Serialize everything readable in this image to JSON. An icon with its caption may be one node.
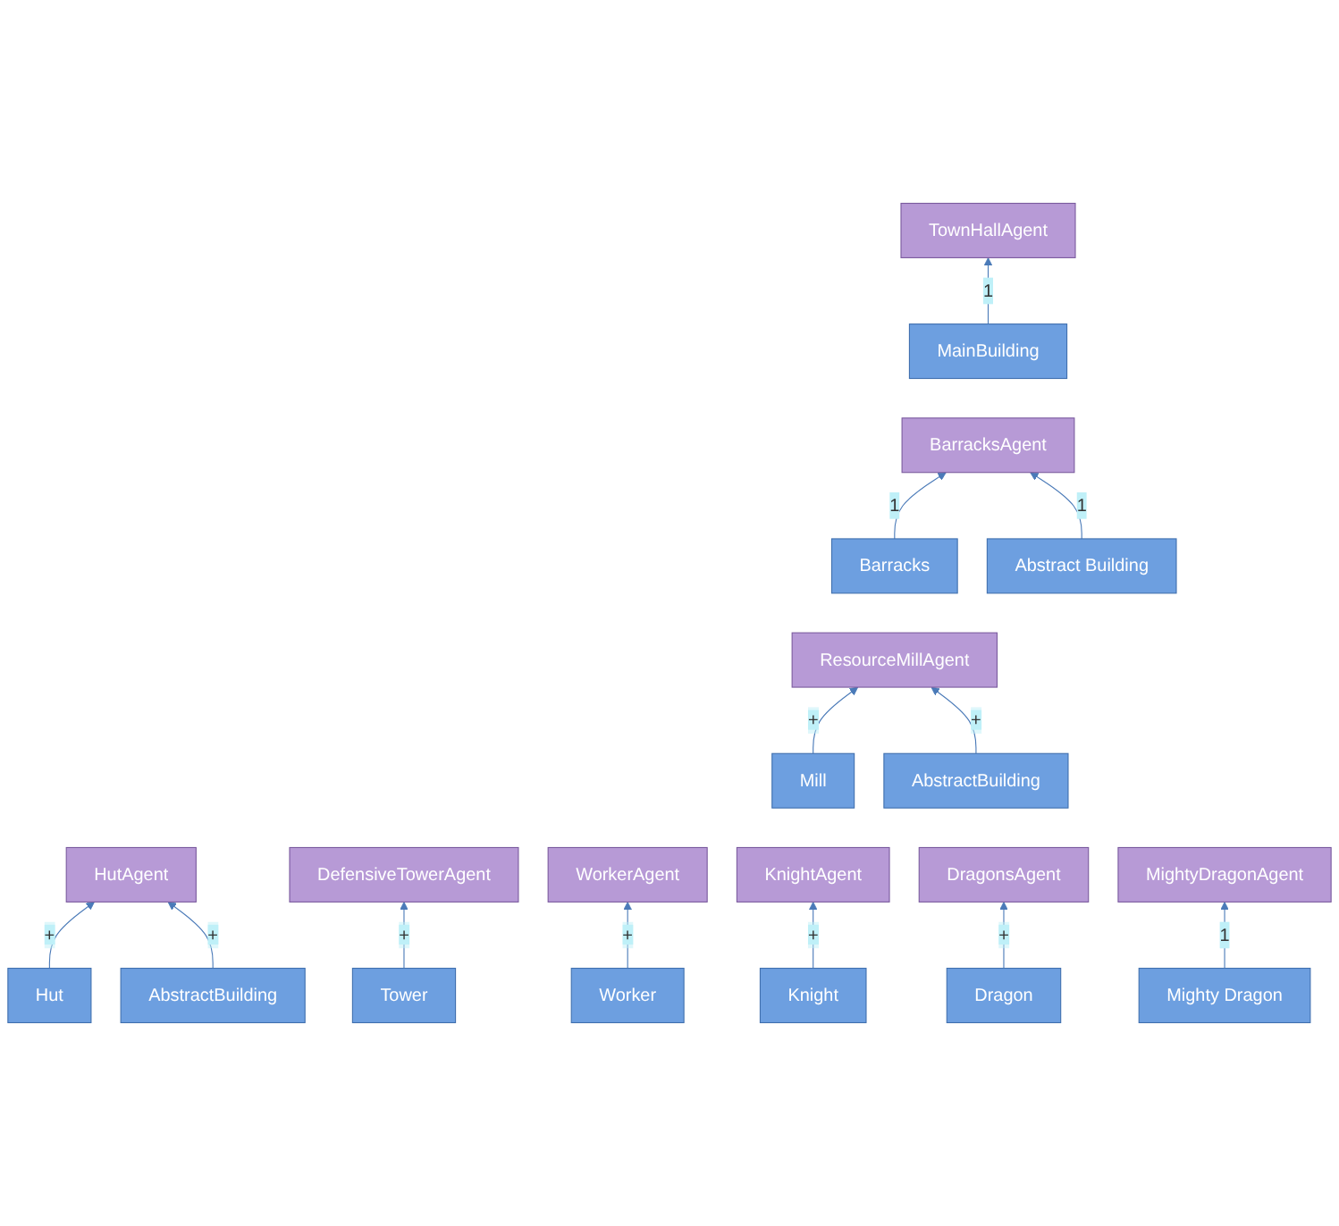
{
  "diagram": {
    "nodes": [
      {
        "text": [
          "TownHallAgent"
        ]
      },
      {
        "text": [
          "HutAgent"
        ]
      },
      {
        "text": [
          "MainBuilding"
        ]
      },
      {
        "text": [
          "Hut"
        ]
      },
      {
        "text": [
          "AbstractBuilding"
        ]
      },
      {
        "text": [
          "BarracksAgent"
        ]
      },
      {
        "text": [
          "DefensiveTowerAgent"
        ]
      },
      {
        "text": [
          "Barracks"
        ]
      },
      {
        "text": [
          "Abstract Building"
        ]
      },
      {
        "text": [
          "Tower"
        ]
      },
      {
        "text": [
          "ResourceMillAgent"
        ]
      },
      {
        "text": [
          "WorkerAgent"
        ]
      },
      {
        "text": [
          "Mill"
        ]
      },
      {
        "text": [
          "AbstractBuilding"
        ]
      },
      {
        "text": [
          "Worker"
        ]
      },
      {
        "text": [
          "KnightAgent"
        ]
      },
      {
        "text": [
          "DragonsAgent"
        ]
      },
      {
        "text": [
          "MightyDragonAgent"
        ]
      },
      {
        "text": [
          "Knight"
        ]
      },
      {
        "text": [
          "Dragon"
        ]
      },
      {
        "text": [
          "Mighty Dragon"
        ]
      }
    ],
    "edges": [
      {
        "from": 2,
        "to": 0,
        "arrow": "to",
        "label": "1"
      },
      {
        "from": 3,
        "to": 1,
        "arrow": "to",
        "label": "+"
      },
      {
        "from": 4,
        "to": 1,
        "arrow": "to",
        "label": "+"
      },
      {
        "from": 7,
        "to": 5,
        "arrow": "to",
        "label": "1"
      },
      {
        "from": 8,
        "to": 5,
        "arrow": "to",
        "label": "1"
      },
      {
        "from": 9,
        "to": 6,
        "arrow": "to",
        "label": "+"
      },
      {
        "from": 12,
        "to": 10,
        "arrow": "to",
        "label": "+"
      },
      {
        "from": 13,
        "to": 10,
        "arrow": "to",
        "label": "+"
      },
      {
        "from": 14,
        "to": 11,
        "arrow": "to",
        "label": "+"
      },
      {
        "from": 18,
        "to": 15,
        "arrow": "to",
        "label": "+"
      },
      {
        "from": 19,
        "to": 16,
        "arrow": "to",
        "label": "+"
      },
      {
        "from": 20,
        "to": 17,
        "arrow": "to",
        "label": "1"
      }
    ]
  }
}
